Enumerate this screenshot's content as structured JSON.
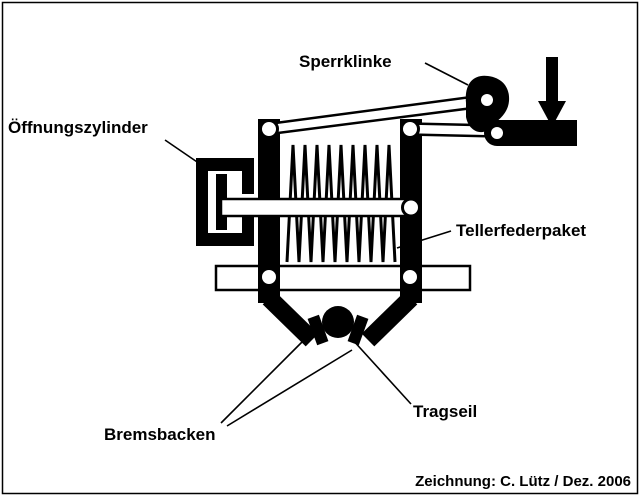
{
  "colors": {
    "ink": "#000000",
    "paper": "#ffffff"
  },
  "labels": {
    "sperrklinke": "Sperrklinke",
    "oeffnungszylinder": "Öffnungszylinder",
    "tellerfederpaket": "Tellerfederpaket",
    "bremsbacken": "Bremsbacken",
    "tragseil": "Tragseil"
  },
  "credit": "Zeichnung: C. Lütz / Dez. 2006"
}
